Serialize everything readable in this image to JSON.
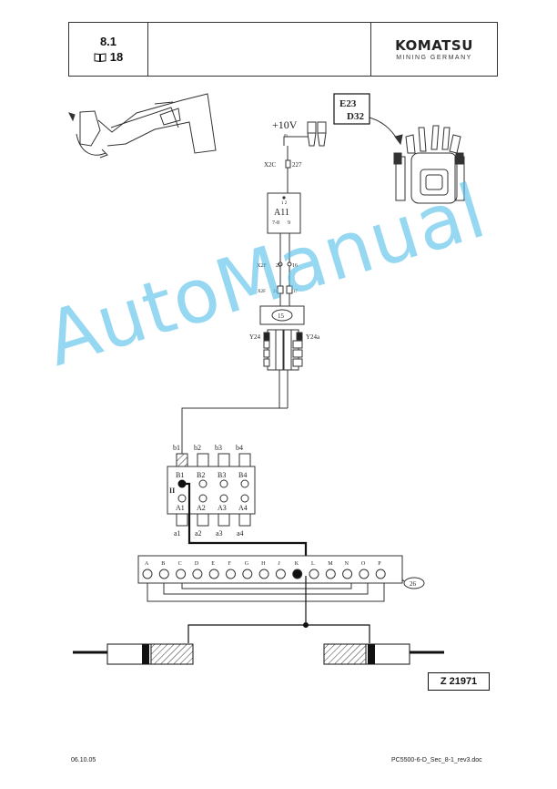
{
  "header": {
    "section": "8.1",
    "page_ref": "18",
    "brand": "KOMATSU",
    "brand_sub": "MINING GERMANY"
  },
  "diagram": {
    "voltage": "+10V",
    "voltage_sub": "m",
    "x2c": "X2C",
    "x2c_pin": "227",
    "a11": "A11",
    "a11_pins_top": "1 2",
    "a11_pin_left": "7-8",
    "a11_pin_right": "9",
    "x2f_1": "X2F",
    "x2f_1_pin_a": "20",
    "x2f_1_pin_b": "16",
    "x2f_2": "X2F",
    "x2f_2_pin_a": "21",
    "x2f_2_pin_b": "17",
    "valve_block": "15",
    "y24": "Y24",
    "y24a": "Y24a",
    "callout_e": "E23",
    "callout_d": "D32",
    "b_top": [
      "b1",
      "b2",
      "b3",
      "b4"
    ],
    "b_inner": [
      "B1",
      "B2",
      "B3",
      "B4"
    ],
    "block_ii": "II",
    "a_inner": [
      "A1",
      "A2",
      "A3",
      "A4"
    ],
    "a_bottom": [
      "a1",
      "a2",
      "a3",
      "a4"
    ],
    "terminal_letters": [
      "A",
      "B",
      "C",
      "D",
      "E",
      "F",
      "G",
      "H",
      "J",
      "K",
      "L",
      "M",
      "N",
      "O",
      "P"
    ],
    "terminal_id": "26"
  },
  "figure_id": "Z 21971",
  "watermark": "AutoManual",
  "footer": {
    "date": "06.10.05",
    "doc": "PC5500-6-D_Sec_8-1_rev3.doc"
  }
}
